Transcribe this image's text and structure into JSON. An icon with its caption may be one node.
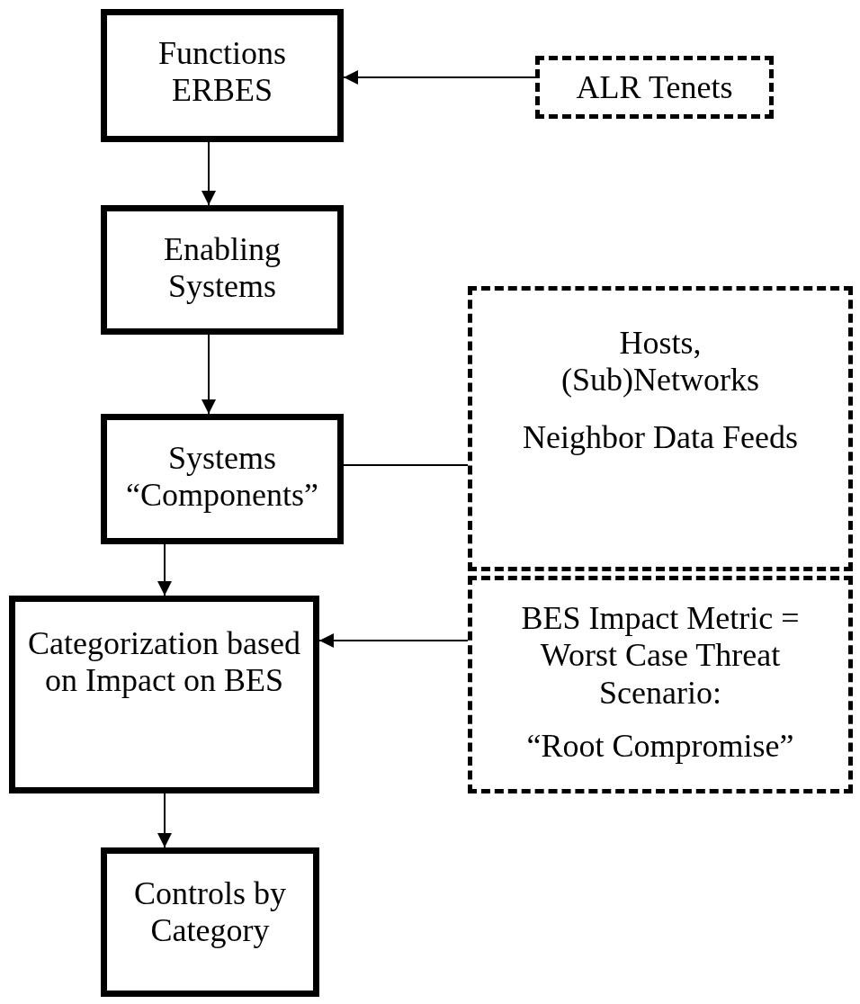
{
  "diagram": {
    "nodes": [
      {
        "text": [
          "Functions ERBES"
        ]
      },
      {
        "text": [
          "ALR Tenets"
        ]
      },
      {
        "text": [
          "Enabling Systems"
        ]
      },
      {
        "text": [
          "Systems “Components”"
        ]
      },
      {
        "text": [
          "Hosts, (Sub)Networks",
          "Neighbor Data Feeds"
        ]
      },
      {
        "text": [
          "Categorization based on Impact on BES"
        ]
      },
      {
        "text": [
          "BES Impact Metric = Worst Case Threat Scenario:",
          "“Root Compromise”"
        ]
      },
      {
        "text": [
          "Controls by Category"
        ]
      }
    ],
    "edges": [
      {
        "from": 1,
        "to": 0,
        "arrow": "to"
      },
      {
        "from": 0,
        "to": 2,
        "arrow": "to"
      },
      {
        "from": 2,
        "to": 3,
        "arrow": "to"
      },
      {
        "from": 3,
        "to": 4,
        "arrow": "none"
      },
      {
        "from": 3,
        "to": 5,
        "arrow": "to"
      },
      {
        "from": 6,
        "to": 5,
        "arrow": "to"
      },
      {
        "from": 5,
        "to": 7,
        "arrow": "to"
      }
    ]
  }
}
